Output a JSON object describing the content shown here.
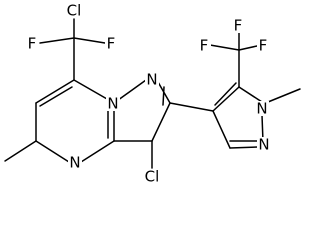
{
  "molecule": {
    "atoms": [
      {
        "id": "cl1",
        "label": "Cl"
      },
      {
        "id": "f1",
        "label": "F"
      },
      {
        "id": "f2",
        "label": "F"
      },
      {
        "id": "n1",
        "label": "N"
      },
      {
        "id": "n2",
        "label": "N"
      },
      {
        "id": "n3",
        "label": "N"
      },
      {
        "id": "cl2",
        "label": "Cl"
      },
      {
        "id": "f3",
        "label": "F"
      },
      {
        "id": "f4",
        "label": "F"
      },
      {
        "id": "f5",
        "label": "F"
      },
      {
        "id": "n4",
        "label": "N"
      },
      {
        "id": "n5",
        "label": "N"
      }
    ]
  },
  "colors": {
    "line": "#000000",
    "background": "#ffffff"
  }
}
